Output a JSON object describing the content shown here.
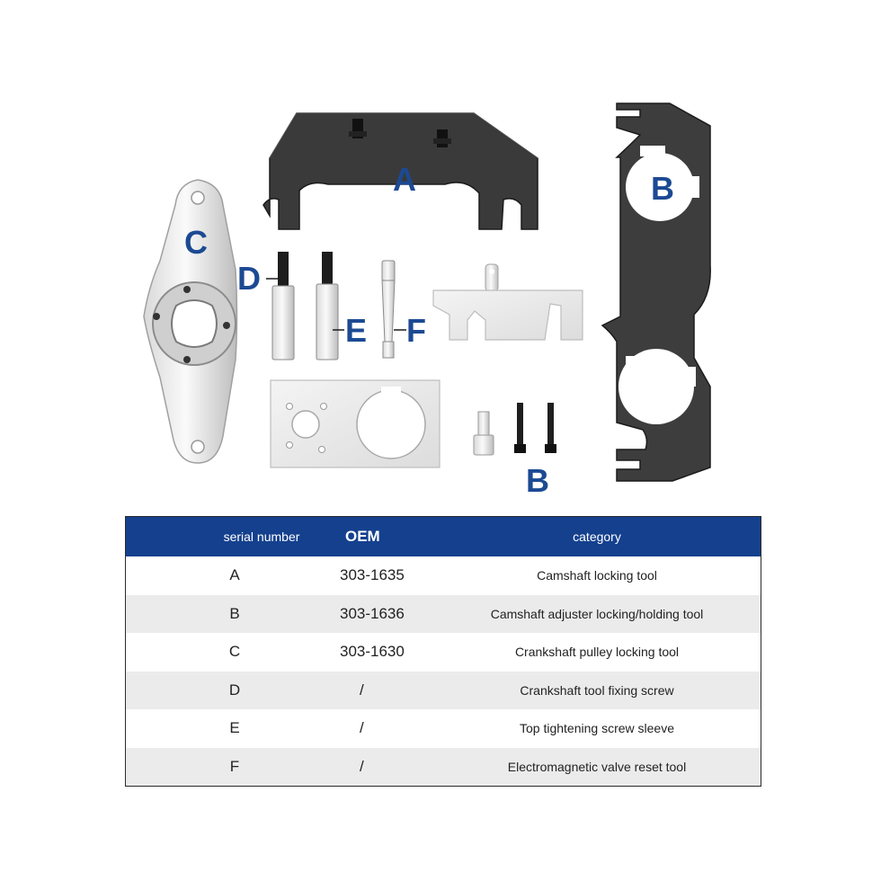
{
  "labels": {
    "a": "A",
    "b_top": "B",
    "c": "C",
    "d": "D",
    "e": "E",
    "f": "F",
    "b_bottom": "B"
  },
  "table": {
    "header": {
      "serial": "serial number",
      "oem": "OEM",
      "category": "category"
    },
    "rows": [
      {
        "serial": "A",
        "oem": "303-1635",
        "category": "Camshaft locking tool"
      },
      {
        "serial": "B",
        "oem": "303-1636",
        "category": "Camshaft adjuster locking/holding tool"
      },
      {
        "serial": "C",
        "oem": "303-1630",
        "category": "Crankshaft pulley locking tool"
      },
      {
        "serial": "D",
        "oem": "/",
        "category": "Crankshaft tool fixing screw"
      },
      {
        "serial": "E",
        "oem": "/",
        "category": "Top tightening screw sleeve"
      },
      {
        "serial": "F",
        "oem": "/",
        "category": "Electromagnetic valve reset tool"
      }
    ],
    "colors": {
      "header_bg": "#14408e",
      "label_color": "#1c4a93",
      "alt_row": "#ebebeb"
    }
  }
}
